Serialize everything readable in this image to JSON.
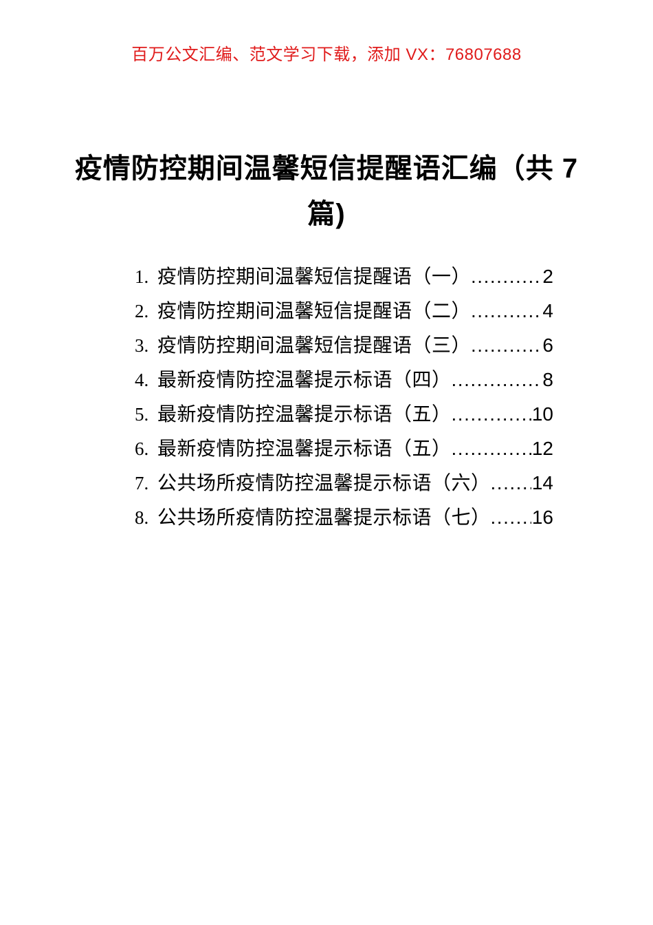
{
  "colors": {
    "notice_red": "#e01b1b",
    "text_black": "#000000",
    "page_background": "#ffffff"
  },
  "notice": {
    "text": "百万公文汇编、范文学习下载，添加 VX：76807688"
  },
  "title": {
    "line1": "疫情防控期间温馨短信提醒语汇编（共 7",
    "line2": "篇)"
  },
  "toc": {
    "leader_dots": "....................................................................................................",
    "items": [
      {
        "number": "1.",
        "title": "疫情防控期间温馨短信提醒语（一）",
        "page": "2"
      },
      {
        "number": "2.",
        "title": "疫情防控期间温馨短信提醒语（二）",
        "page": "4"
      },
      {
        "number": "3.",
        "title": "疫情防控期间温馨短信提醒语（三）",
        "page": "6"
      },
      {
        "number": "4.",
        "title": "最新疫情防控温馨提示标语（四）",
        "page": "8"
      },
      {
        "number": "5.",
        "title": "最新疫情防控温馨提示标语（五）",
        "page": "10"
      },
      {
        "number": "6.",
        "title": "最新疫情防控温馨提示标语（五）",
        "page": "12"
      },
      {
        "number": "7.",
        "title": "公共场所疫情防控温馨提示标语（六）",
        "page": "14"
      },
      {
        "number": "8.",
        "title": "公共场所疫情防控温馨提示标语（七）",
        "page": "16"
      }
    ]
  }
}
